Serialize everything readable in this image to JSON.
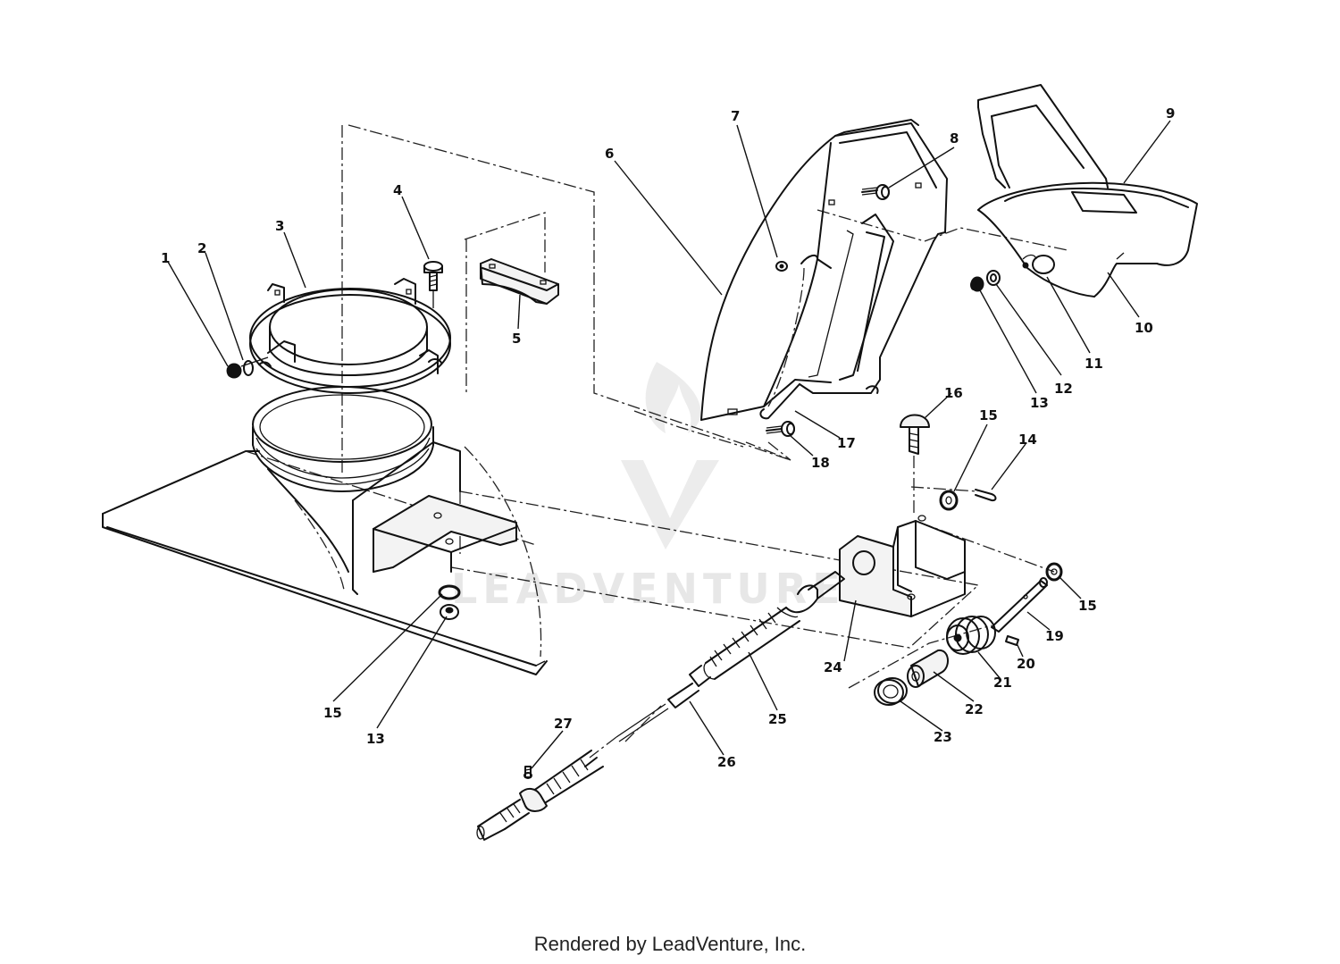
{
  "watermark": "LEADVENTURE",
  "credit": "Rendered by LeadVenture, Inc.",
  "callouts": {
    "p1": "1",
    "p2": "2",
    "p3": "3",
    "p4": "4",
    "p5": "5",
    "p6": "6",
    "p7": "7",
    "p8": "8",
    "p9": "9",
    "p10": "10",
    "p11": "11",
    "p12": "12",
    "p13a": "13",
    "p13b": "13",
    "p14": "14",
    "p15a": "15",
    "p15b": "15",
    "p15c": "15",
    "p16": "16",
    "p17": "17",
    "p18": "18",
    "p19": "19",
    "p20": "20",
    "p21": "21",
    "p22": "22",
    "p23": "23",
    "p24": "24",
    "p25": "25",
    "p26": "26",
    "p27": "27"
  }
}
